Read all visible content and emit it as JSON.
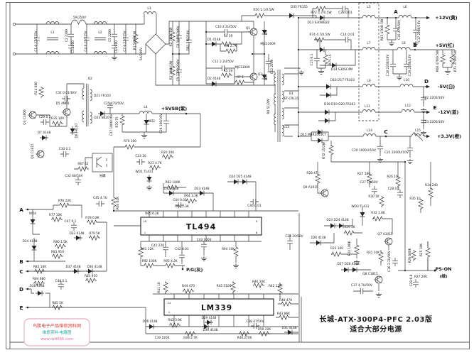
{
  "title": {
    "line1": "长城-ATX-300P4-PFC 2.03版",
    "line2": "适合大部分电源"
  },
  "watermark": {
    "line1": "鸟鹏电子产品维修资料网",
    "line2": "维修资料·电路图",
    "line3": "www.dz8886.com",
    "line1_color": "#d83a3a",
    "line2_color": "#22a79d",
    "line3_color": "#ef6fae",
    "border_color": "#dd9ab8"
  },
  "ics": {
    "pwm": {
      "name": "TL494",
      "pins": {
        "p16": "16",
        "p1": "1",
        "p9": "9",
        "p8": "8"
      }
    },
    "comparator": {
      "name": "LM339",
      "pins": {
        "p14": "14",
        "p1": "1"
      }
    }
  },
  "rails": {
    "p12": {
      "point": "A",
      "label": "+12V(黄)"
    },
    "p5": {
      "point": "B",
      "label": "+5V(红)"
    },
    "m5": {
      "point": "D",
      "label": "-5V(白)"
    },
    "m12": {
      "point": "E",
      "label": "-12V(蓝)"
    },
    "p33": {
      "point": "C",
      "label": "+3.3V(橙)"
    }
  },
  "signals": {
    "standby": "+5VSB(紫)",
    "power_good": "P.G(灰)",
    "ps_on": "PS-ON",
    "ps_on_color": "(绿)"
  },
  "left_points": [
    "A",
    "B",
    "C",
    "D",
    "E"
  ],
  "component_labels": [
    "C1 0.22/275V",
    "L1",
    "C2 2200",
    "C3 2200",
    "5A/250V",
    "C4 0.22/275V",
    "L2",
    "C5 2200",
    "C6 2200",
    "C7 0.22/275V",
    "R1 560K/1W",
    "L3",
    "5A/300V",
    "R2 100K/1W",
    "C8 560U/200V",
    "DB1 1N/250V",
    "R3 100K/1W",
    "C9 330U/200V",
    "C10 2.2U/50V",
    "D1 4148",
    "R4 39",
    "R6 2.7K",
    "Q1",
    "MJE13009",
    "C11 2.2U/50V",
    "D2 4148",
    "R5 39",
    "R7 1",
    "Q2",
    "MJE13009",
    "D3",
    "D4",
    "C12 2200",
    "R50 1.1/0.5W",
    "D35 FR155",
    "R8 51/2W",
    "B1",
    "ET-CRL35",
    "B2",
    "C31 0.01/1KV",
    "D5 4N60",
    "R14 680",
    "Q3 C3866",
    "C29 0.1",
    "R35 100",
    "D6 FR107",
    "D7 4148",
    "Q4 C1815",
    "C30 0.1",
    "D21 FR103",
    "C25 470/50V",
    "D22 SB20",
    "C27 1000/16V",
    "R70 75",
    "L4",
    "WD2",
    "C26 100/16V",
    "R70 100",
    "R20 100",
    "C33 10",
    "R21 4.7K",
    "WD1 TL431",
    "C32 68/50V",
    "R67 62",
    "光耦",
    "C45 4.7U",
    "R63 62K",
    "R62 100K",
    "D32 4148",
    "D33 4148",
    "C44 0.01",
    "R64 3.3K",
    "R66 1.3K",
    "R65 6.2K",
    "D24 D25 4148",
    "C46 0.01",
    "D15 MBR2045CT",
    "R72 15/2W",
    "L14",
    "L15",
    "C20 1000U/10V",
    "C21 2200U/10V",
    "R27 180",
    "R28 47",
    "Q9 A1015",
    "C27 10/50V",
    "R30 1K",
    "R26 10",
    "C28 0.1",
    "R34 240",
    "R35 10",
    "WD3 TL431",
    "R32 1.8K",
    "D23 D24 4148",
    "R29 5K",
    "C34 10/50V",
    "D26 4148",
    "R23 100",
    "R24 100K",
    "Q7 A1015",
    "R31 10K",
    "C36 2.2U/50V",
    "R26 680K",
    "R25 10K",
    "D27 D28 4148",
    "Q8 C1815",
    "C37 4.7U/50V",
    "R27 20K",
    "C29 6.8",
    "R72 4.7/0.5W",
    "C28 0.01",
    "D13 S30WB20",
    "R74 4.7/0.5W",
    "C14 0.01",
    "C15 0.1",
    "R75 15",
    "D14 S30SC4M",
    "D16 D17 FR303",
    "D18 D19 D20 FR303",
    "L5",
    "L7",
    "L9",
    "L11",
    "L6",
    "R65 470/0.5W",
    "C16 470/50V",
    "C17 2200/16V",
    "L8",
    "C18 2200/10V",
    "C19 2200/10V",
    "R66 470/0.5W",
    "R71 270/0.5W",
    "L10",
    "C22 2200/16V",
    "L12",
    "C23 2200/16V",
    "L13",
    "R91 12K",
    "C41 220",
    "C42 0.01",
    "R92 100K",
    "R93 4.2K",
    "C43 1000",
    "R94 10K",
    "R41 10",
    "R44 470",
    "R45 5100",
    "R46 20K",
    "R42 12K",
    "R48 470",
    "R43 86K",
    "D31 4148",
    "C38 47/50V",
    "R50 22K",
    "R46 2700",
    "C39 2200",
    "R49 2.7K",
    "D29 4148",
    "D30 4148",
    "R42 3.9K",
    "D26 4148",
    "WD4",
    "R76 22K",
    "R77 10K",
    "C47 0.1",
    "R78 6.8K",
    "D33 4148",
    "R79 5K",
    "R80 1.5K",
    "D34 4148",
    "R81 910",
    "R82 10K",
    "D37 4148",
    "D36 4148",
    "R83 910",
    "C48 0.1",
    "R84 680",
    "D38 4148",
    "R85 5K"
  ]
}
